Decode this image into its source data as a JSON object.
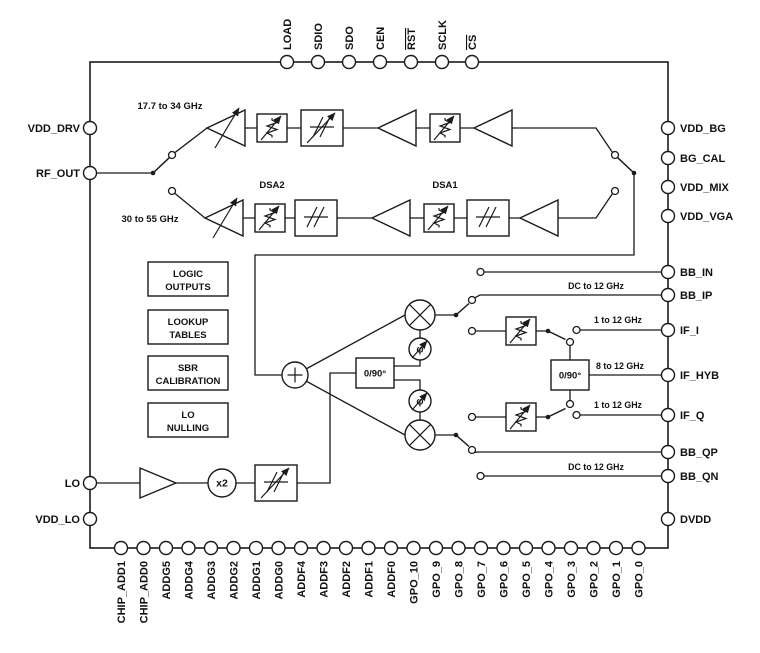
{
  "pins": {
    "top": [
      "LOAD",
      "SDIO",
      "SDO",
      "CEN",
      "RST",
      "SCLK",
      "CS"
    ],
    "left": [
      "VDD_DRV",
      "RF_OUT",
      "LO",
      "VDD_LO"
    ],
    "right": [
      "VDD_BG",
      "BG_CAL",
      "VDD_MIX",
      "VDD_VGA",
      "BB_IN",
      "BB_IP",
      "IF_I",
      "IF_HYB",
      "IF_Q",
      "BB_QP",
      "BB_QN",
      "DVDD"
    ],
    "bottom": [
      "CHIP_ADD1",
      "CHIP_ADD0",
      "ADDG5",
      "ADDG4",
      "ADDG3",
      "ADDG2",
      "ADDG1",
      "ADDG0",
      "ADDF4",
      "ADDF3",
      "ADDF2",
      "ADDF1",
      "ADDF0",
      "GPO_10",
      "GPO_9",
      "GPO_8",
      "GPO_7",
      "GPO_6",
      "GPO_5",
      "GPO_4",
      "GPO_3",
      "GPO_2",
      "GPO_1",
      "GPO_0"
    ]
  },
  "blocks": {
    "logic_outputs": {
      "line1": "LOGIC",
      "line2": "OUTPUTS"
    },
    "lookup_tables": {
      "line1": "LOOKUP",
      "line2": "TABLES"
    },
    "sbr_calibration": {
      "line1": "SBR",
      "line2": "CALIBRATION"
    },
    "lo_nulling": {
      "line1": "LO",
      "line2": "NULLING"
    }
  },
  "labels": {
    "band_high": "17.7 to 34 GHz",
    "band_low": "30 to 55 GHz",
    "dsa2": "DSA2",
    "dsa1": "DSA1",
    "bb_i_range": "DC to 12 GHz",
    "if_i_range": "1 to 12 GHz",
    "if_hyb_range": "8 to 12 GHz",
    "if_q_range": "1 to 12 GHz",
    "bb_q_range": "DC to 12 GHz",
    "lo_quad": "0/90°",
    "if_quad": "0/90°",
    "doubler": "x2",
    "phase": "φ"
  },
  "colors": {
    "ink": "#1a1a1a",
    "background": "#ffffff"
  }
}
